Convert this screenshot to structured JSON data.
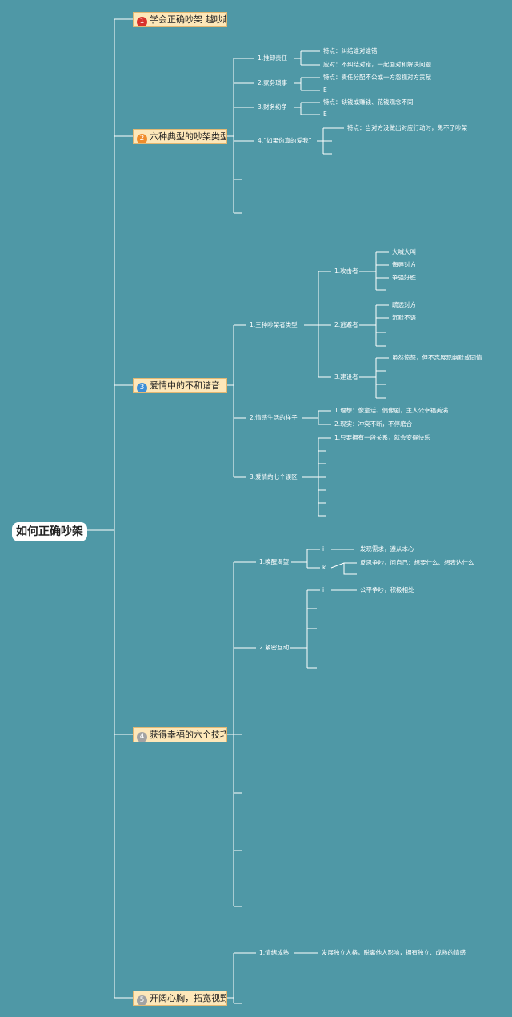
{
  "root": "如何正确吵架",
  "branches": [
    {
      "num": "1",
      "label": "学会正确吵架 越吵越有爱",
      "color": "#d8322c"
    },
    {
      "num": "2",
      "label": "六种典型的吵架类型",
      "color": "#f08c2b"
    },
    {
      "num": "3",
      "label": "爱情中的不和谐音",
      "color": "#3d8fd6"
    },
    {
      "num": "4",
      "label": "获得幸福的六个技巧",
      "color": "#a3a3a3"
    },
    {
      "num": "5",
      "label": "开阔心胸，拓宽视野",
      "color": "#a3a3a3"
    }
  ],
  "b2": {
    "n1": "1.推卸责任",
    "n1a": "特点：纠结谁对谁错",
    "n1b": "应对：不纠结对错，一起面对和解决问题",
    "n2": "2.家务琐事",
    "n2a": "特点：责任分配不公或一方忽视对方贡献",
    "n2b": "E",
    "n3": "3.财务纷争",
    "n3a": "特点：缺钱或赚钱、花钱观念不同",
    "n3b": "E",
    "n4": "4.“如果你真的爱我”",
    "n4a": "特点：当对方没做出对应行动时，免不了吵架"
  },
  "b3": {
    "t1": "1.三种吵架者类型",
    "a": "1.攻击者",
    "a1": "大喊大叫",
    "a2": "侮辱对方",
    "a3": "争强好胜",
    "b": "2.逃避者",
    "b1": "疏远对方",
    "b2": "沉默不语",
    "c": "3.建设者",
    "c1": "虽然愤怒，但不忘展现幽默或同情",
    "t2": "2.情感生活的样子",
    "t2a": "1.理想：像童话、偶像剧，主人公幸福美满",
    "t2b": "2.现实：冲突不断，不停磨合",
    "t3": "3.爱情的七个误区",
    "t3a": "1.只要拥有一段关系，就会变得快乐"
  },
  "b4": {
    "n1": "1.唤醒渴望",
    "i1": "i",
    "i1t": "发现需求，遵从本心",
    "k": "k",
    "kt": "反思争吵，问自己：想要什么、想表达什么",
    "n2": "2.紧密互动",
    "i2": "i",
    "i2t": "公平争吵，积极相处"
  },
  "b5": {
    "n1": "1.情绪成熟",
    "n1t": "发展独立人格，脱离他人影响，拥有独立、成熟的情感"
  }
}
